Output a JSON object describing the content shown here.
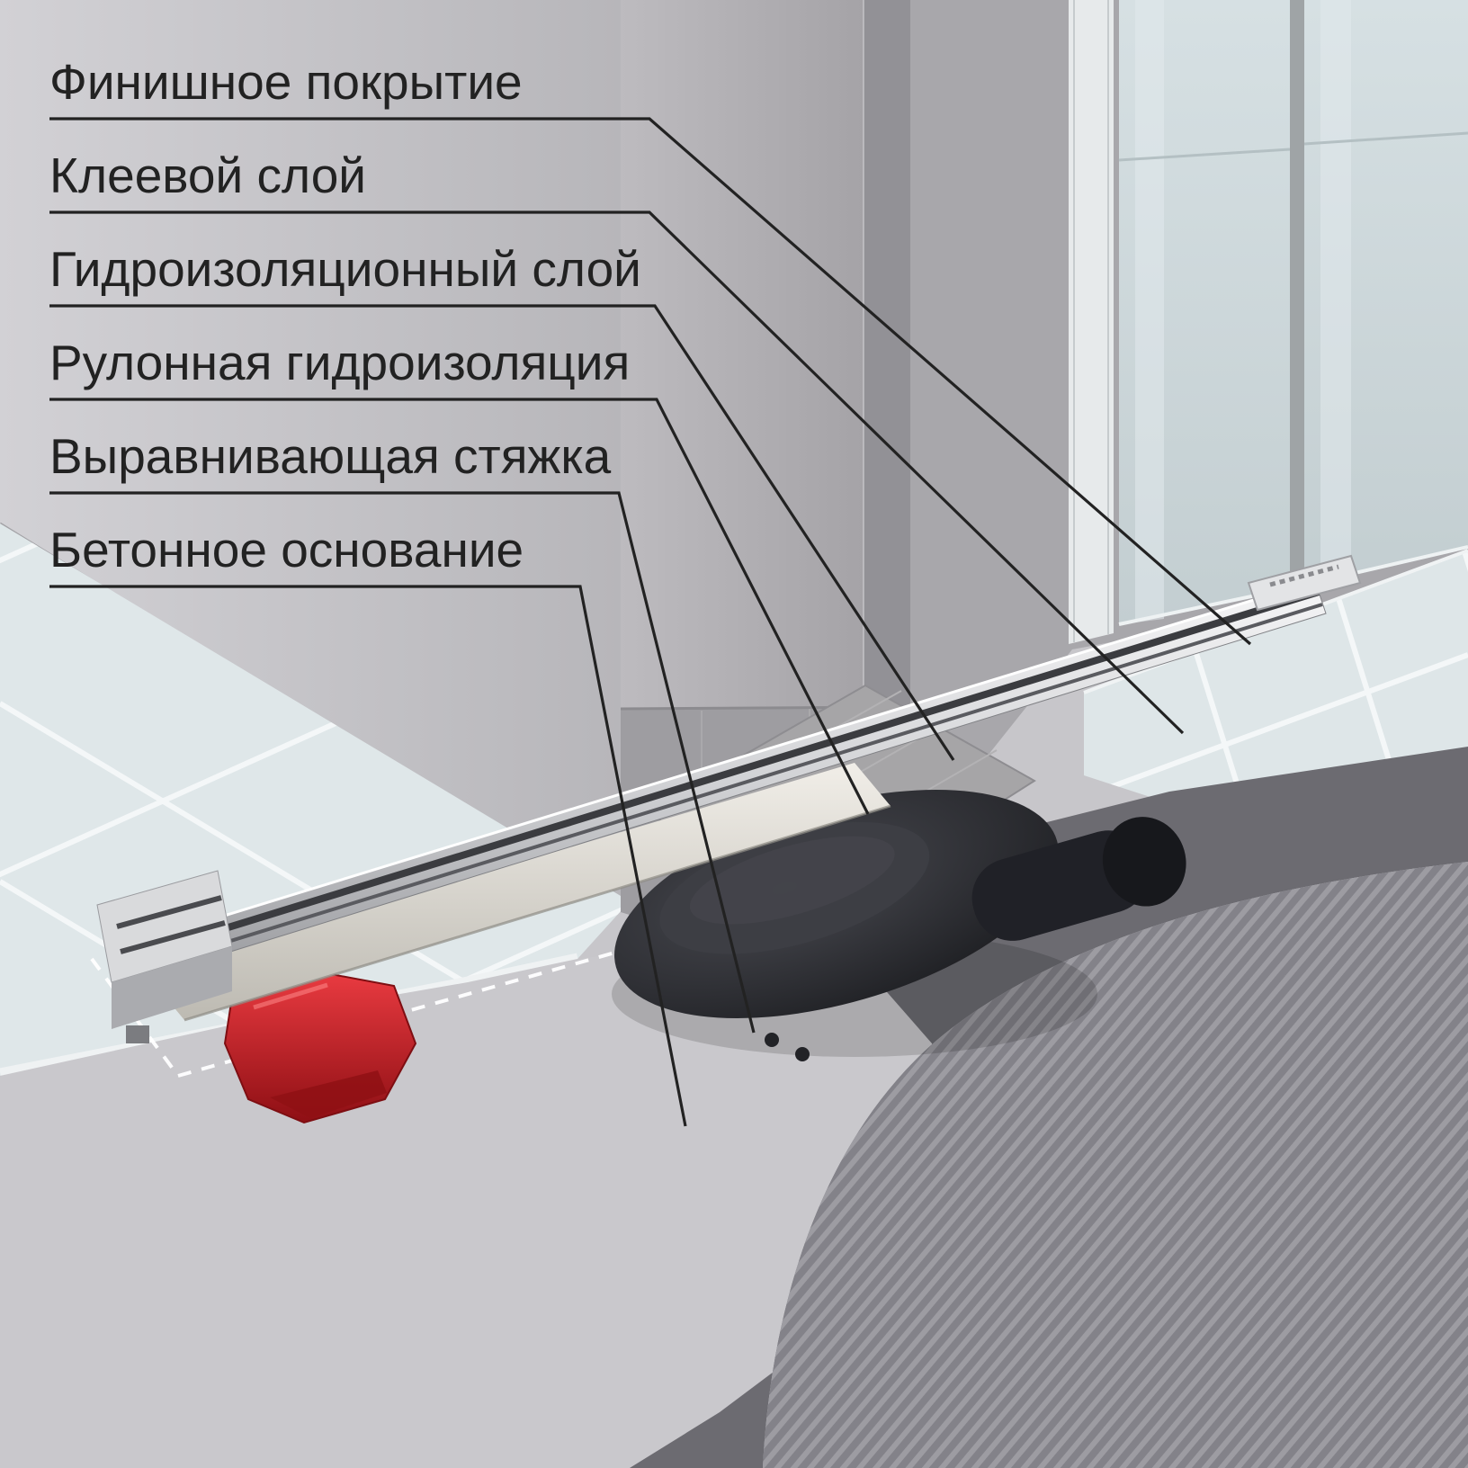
{
  "diagram": {
    "labels": [
      {
        "id": "finish-coating",
        "text": "Финишное покрытие"
      },
      {
        "id": "adhesive-layer",
        "text": "Клеевой слой"
      },
      {
        "id": "waterproofing-layer",
        "text": "Гидроизоляционный слой"
      },
      {
        "id": "roll-waterproofing",
        "text": "Рулонная гидроизоляция"
      },
      {
        "id": "leveling-screed",
        "text": "Выравнивающая стяжка"
      },
      {
        "id": "concrete-base",
        "text": "Бетонное основание"
      }
    ],
    "colors": {
      "label_text": "#222222",
      "leader_line": "#222222",
      "siphon_red": "#cc2127",
      "trap_black": "#1b1c20",
      "metal_silver": "#d2d3d6",
      "tile_light": "#dfe7e9",
      "cut_dark_band": "#6c6b71"
    }
  }
}
